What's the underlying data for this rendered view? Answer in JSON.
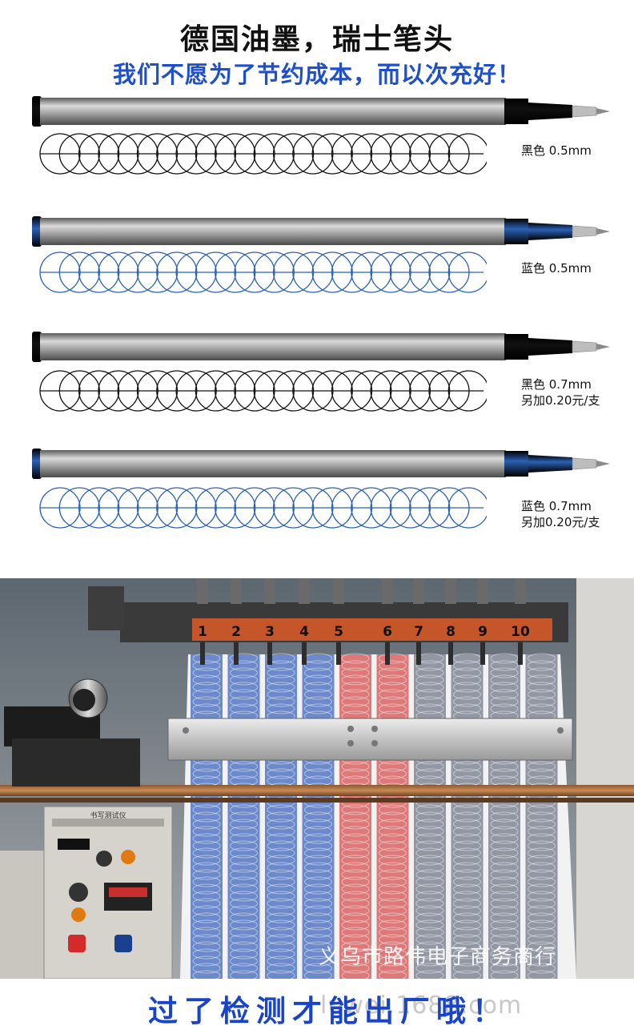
{
  "header": {
    "title": "德国油墨，瑞士笔头",
    "subtitle": "我们不愿为了节约成本，而以次充好！"
  },
  "refills": [
    {
      "ink": "black",
      "ink_color": "#111111",
      "label_lines": [
        "黑色 0.5mm"
      ]
    },
    {
      "ink": "blue",
      "ink_color": "#2b61b5",
      "label_lines": [
        "蓝色 0.5mm"
      ]
    },
    {
      "ink": "black",
      "ink_color": "#111111",
      "label_lines": [
        "黑色 0.7mm",
        "另加0.20元/支"
      ]
    },
    {
      "ink": "blue",
      "ink_color": "#2b61b5",
      "label_lines": [
        "蓝色 0.7mm",
        "另加0.20元/支"
      ]
    }
  ],
  "machine_photo": {
    "channel_numbers": [
      "1",
      "2",
      "3",
      "4",
      "5",
      "6",
      "7",
      "8",
      "9",
      "10"
    ],
    "panel_label": "书写测试仪",
    "watermark": "义乌市路伟电子商务商行"
  },
  "footer": {
    "text": "过了检测才能出厂哦！",
    "watermark": "luwei.1688.com"
  },
  "colors": {
    "subtitle_blue": "#1f4fc9",
    "footer_blue": "#1a44c8",
    "black_ink": "#111111",
    "blue_ink": "#2b61b5"
  }
}
